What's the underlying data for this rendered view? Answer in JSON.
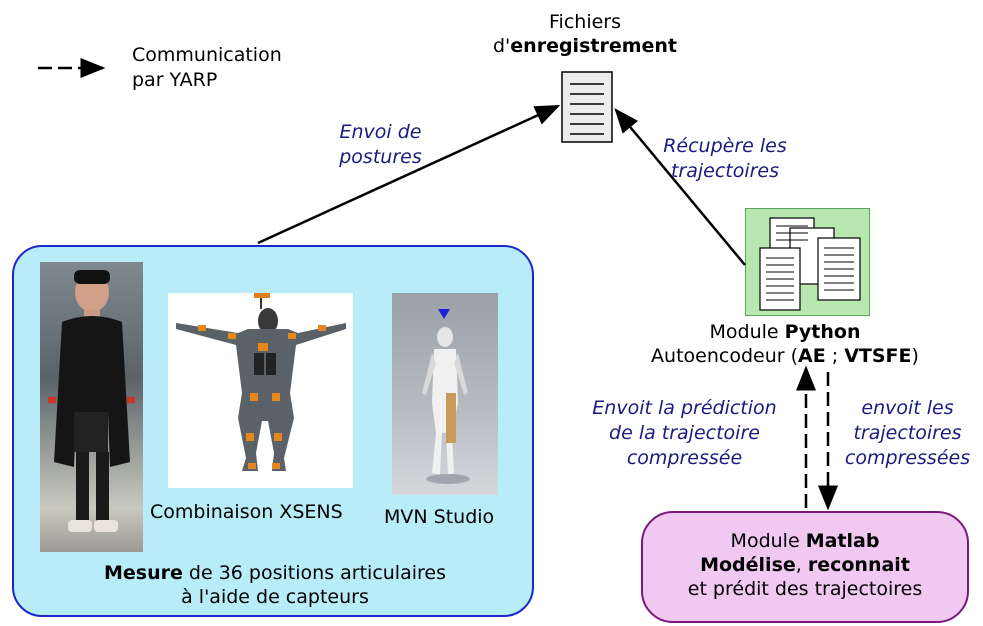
{
  "legend": {
    "line1": "Communication",
    "line2": "par YARP"
  },
  "files": {
    "line1": "Fichiers",
    "line2_prefix": "d'",
    "line2_bold": "enregistrement"
  },
  "edges": {
    "send_postures_line1": "Envoi de",
    "send_postures_line2": "postures",
    "retrieve_line1": "Récupère les",
    "retrieve_line2": "trajectoires",
    "predict_line1": "Envoit la prédiction",
    "predict_line2": "de la trajectoire",
    "predict_line3": "compressée",
    "send_compressed_line1": "envoit les",
    "send_compressed_line2": "trajectoires",
    "send_compressed_line3": "compressées"
  },
  "python_module": {
    "line1_prefix": "Module ",
    "line1_bold": "Python",
    "line2_prefix": "Autoencodeur (",
    "ae": "AE",
    "sep": " ; ",
    "vtsfe": "VTSFE",
    "line2_suffix": ")"
  },
  "matlab_module": {
    "line1_prefix": "Module ",
    "line1_bold": "Matlab",
    "line2_bold_a": "Modélise",
    "line2_sep": ", ",
    "line2_bold_b": "reconnait",
    "line3": "et prédit des trajectoires"
  },
  "measure": {
    "caption_xsens": "Combinaison XSENS",
    "caption_mvn": "MVN Studio",
    "line1_bold": "Mesure",
    "line1_rest": " de 36  positions articulaires",
    "line2": "à l'aide de capteurs"
  },
  "colors": {
    "measure_fill": "#b8ecf8",
    "measure_border": "#1d26c8",
    "matlab_fill": "#f0c8f2",
    "matlab_border": "#7a1a78",
    "python_icon_fill": "#b8e8b0",
    "edge_label": "#1a1a80"
  }
}
